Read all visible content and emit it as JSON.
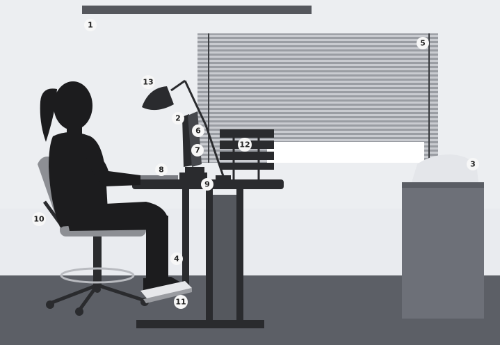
{
  "labels": {
    "l1": "1",
    "l2": "2",
    "l3": "3",
    "l4": "4",
    "l5": "5",
    "l6": "6",
    "l7": "7",
    "l8": "8",
    "l9": "9",
    "l10": "10",
    "l11": "11",
    "l12": "12",
    "l13": "13"
  },
  "colors": {
    "wall": "#e9ebef",
    "floor": "#5c5f66",
    "silhouette": "#1c1c1e",
    "chair": "#8d8f94",
    "cabinet": "#6d7078"
  }
}
